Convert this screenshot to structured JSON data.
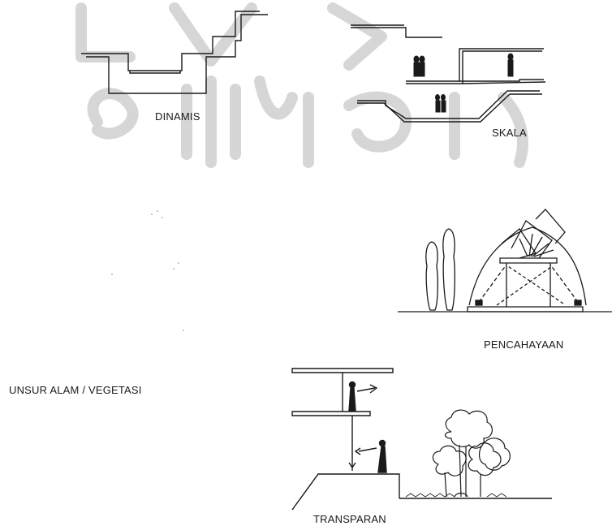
{
  "labels": {
    "dinamis": "DINAMIS",
    "skala": "SKALA",
    "pencahayaan": "PENCAHAYAAN",
    "unsur_alam": "UNSUR ALAM / VEGETASI",
    "transparan": "TRANSPARAN"
  },
  "colors": {
    "ink": "#1a1a1a",
    "watermark": "#cfcfcf",
    "lamp_rays": "#555555"
  }
}
